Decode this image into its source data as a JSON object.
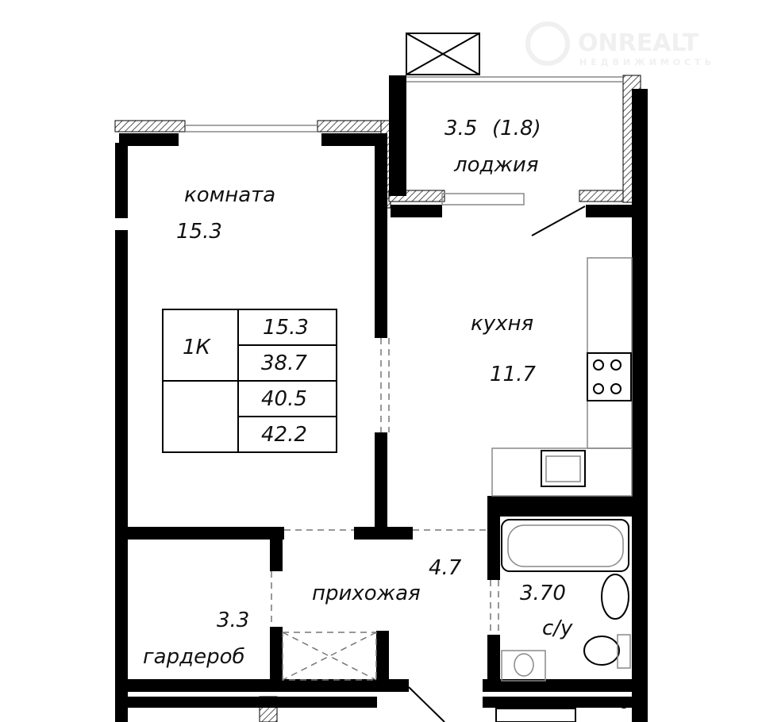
{
  "watermark": {
    "brand": "ONREALT",
    "tagline": "НЕДВИЖИМОСТЬ"
  },
  "rooms": {
    "room": {
      "name": "комната",
      "area": "15.3"
    },
    "loggia": {
      "area": "3.5",
      "area_reduced": "(1.8)",
      "name": "лоджия"
    },
    "kitchen": {
      "name": "кухня",
      "area": "11.7"
    },
    "hallway": {
      "area": "4.7",
      "name": "прихожая"
    },
    "bathroom": {
      "area": "3.70",
      "name": "с/у"
    },
    "wardrobe": {
      "area": "3.3",
      "name": "гардероб"
    }
  },
  "summary_table": {
    "type": "1К",
    "living_area": "15.3",
    "total_area": "38.7",
    "area_with_loggia": "40.5",
    "area_full": "42.2"
  }
}
